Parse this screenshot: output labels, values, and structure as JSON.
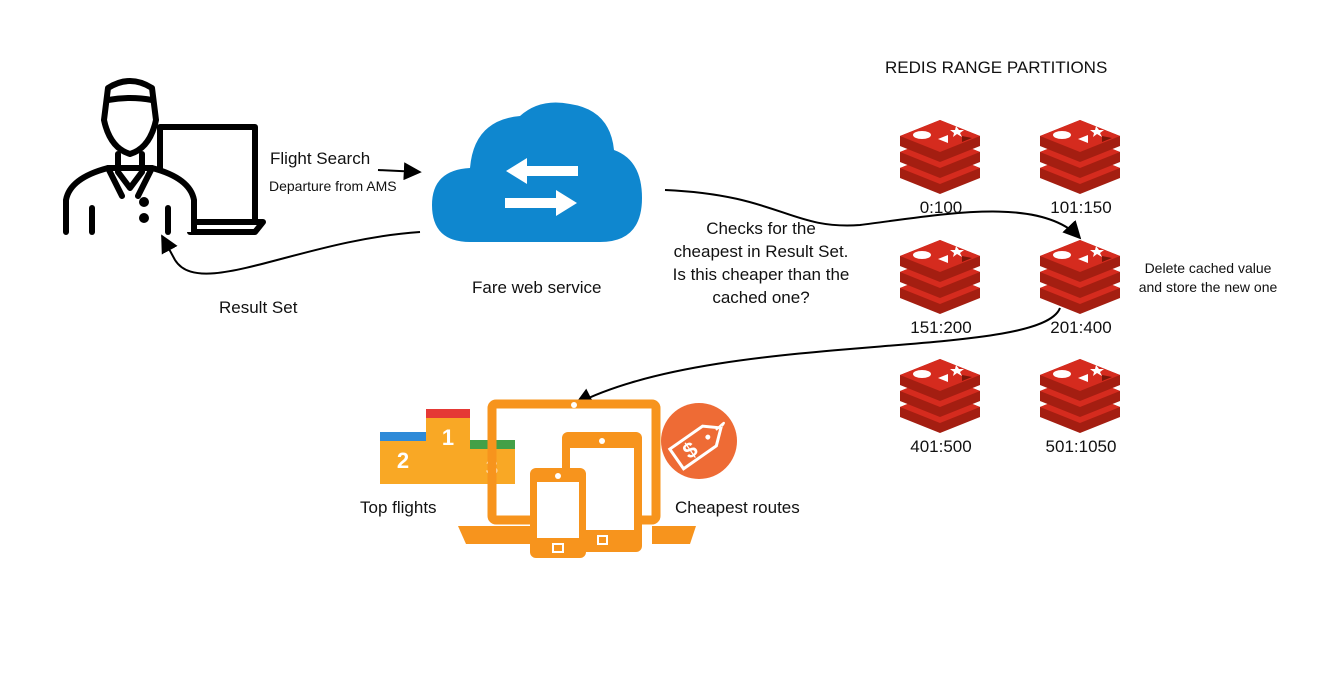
{
  "user": {
    "search_label": "Flight Search",
    "departure_label": "Departure from AMS",
    "result_label": "Result Set"
  },
  "service": {
    "label": "Fare web service",
    "check_text": [
      "Checks for the",
      "cheapest in Result Set.",
      "Is this cheaper than the",
      "cached one?"
    ]
  },
  "redis": {
    "title": "REDIS RANGE PARTITIONS",
    "partitions": [
      "0:100",
      "101:150",
      "151:200",
      "201:400",
      "401:500",
      "501:1050"
    ],
    "note": [
      "Delete cached value",
      "and store the new one"
    ]
  },
  "outputs": {
    "top_flights": "Top flights",
    "cheapest_routes": "Cheapest routes",
    "podium": [
      "1",
      "2",
      "3"
    ]
  },
  "colors": {
    "cloud": "#0f87cf",
    "redis_red": "#d52b1e",
    "redis_dark": "#a41e11",
    "device_orange": "#f7941d",
    "podium_yellow": "#f9a825",
    "tag": "#ee6b35"
  }
}
